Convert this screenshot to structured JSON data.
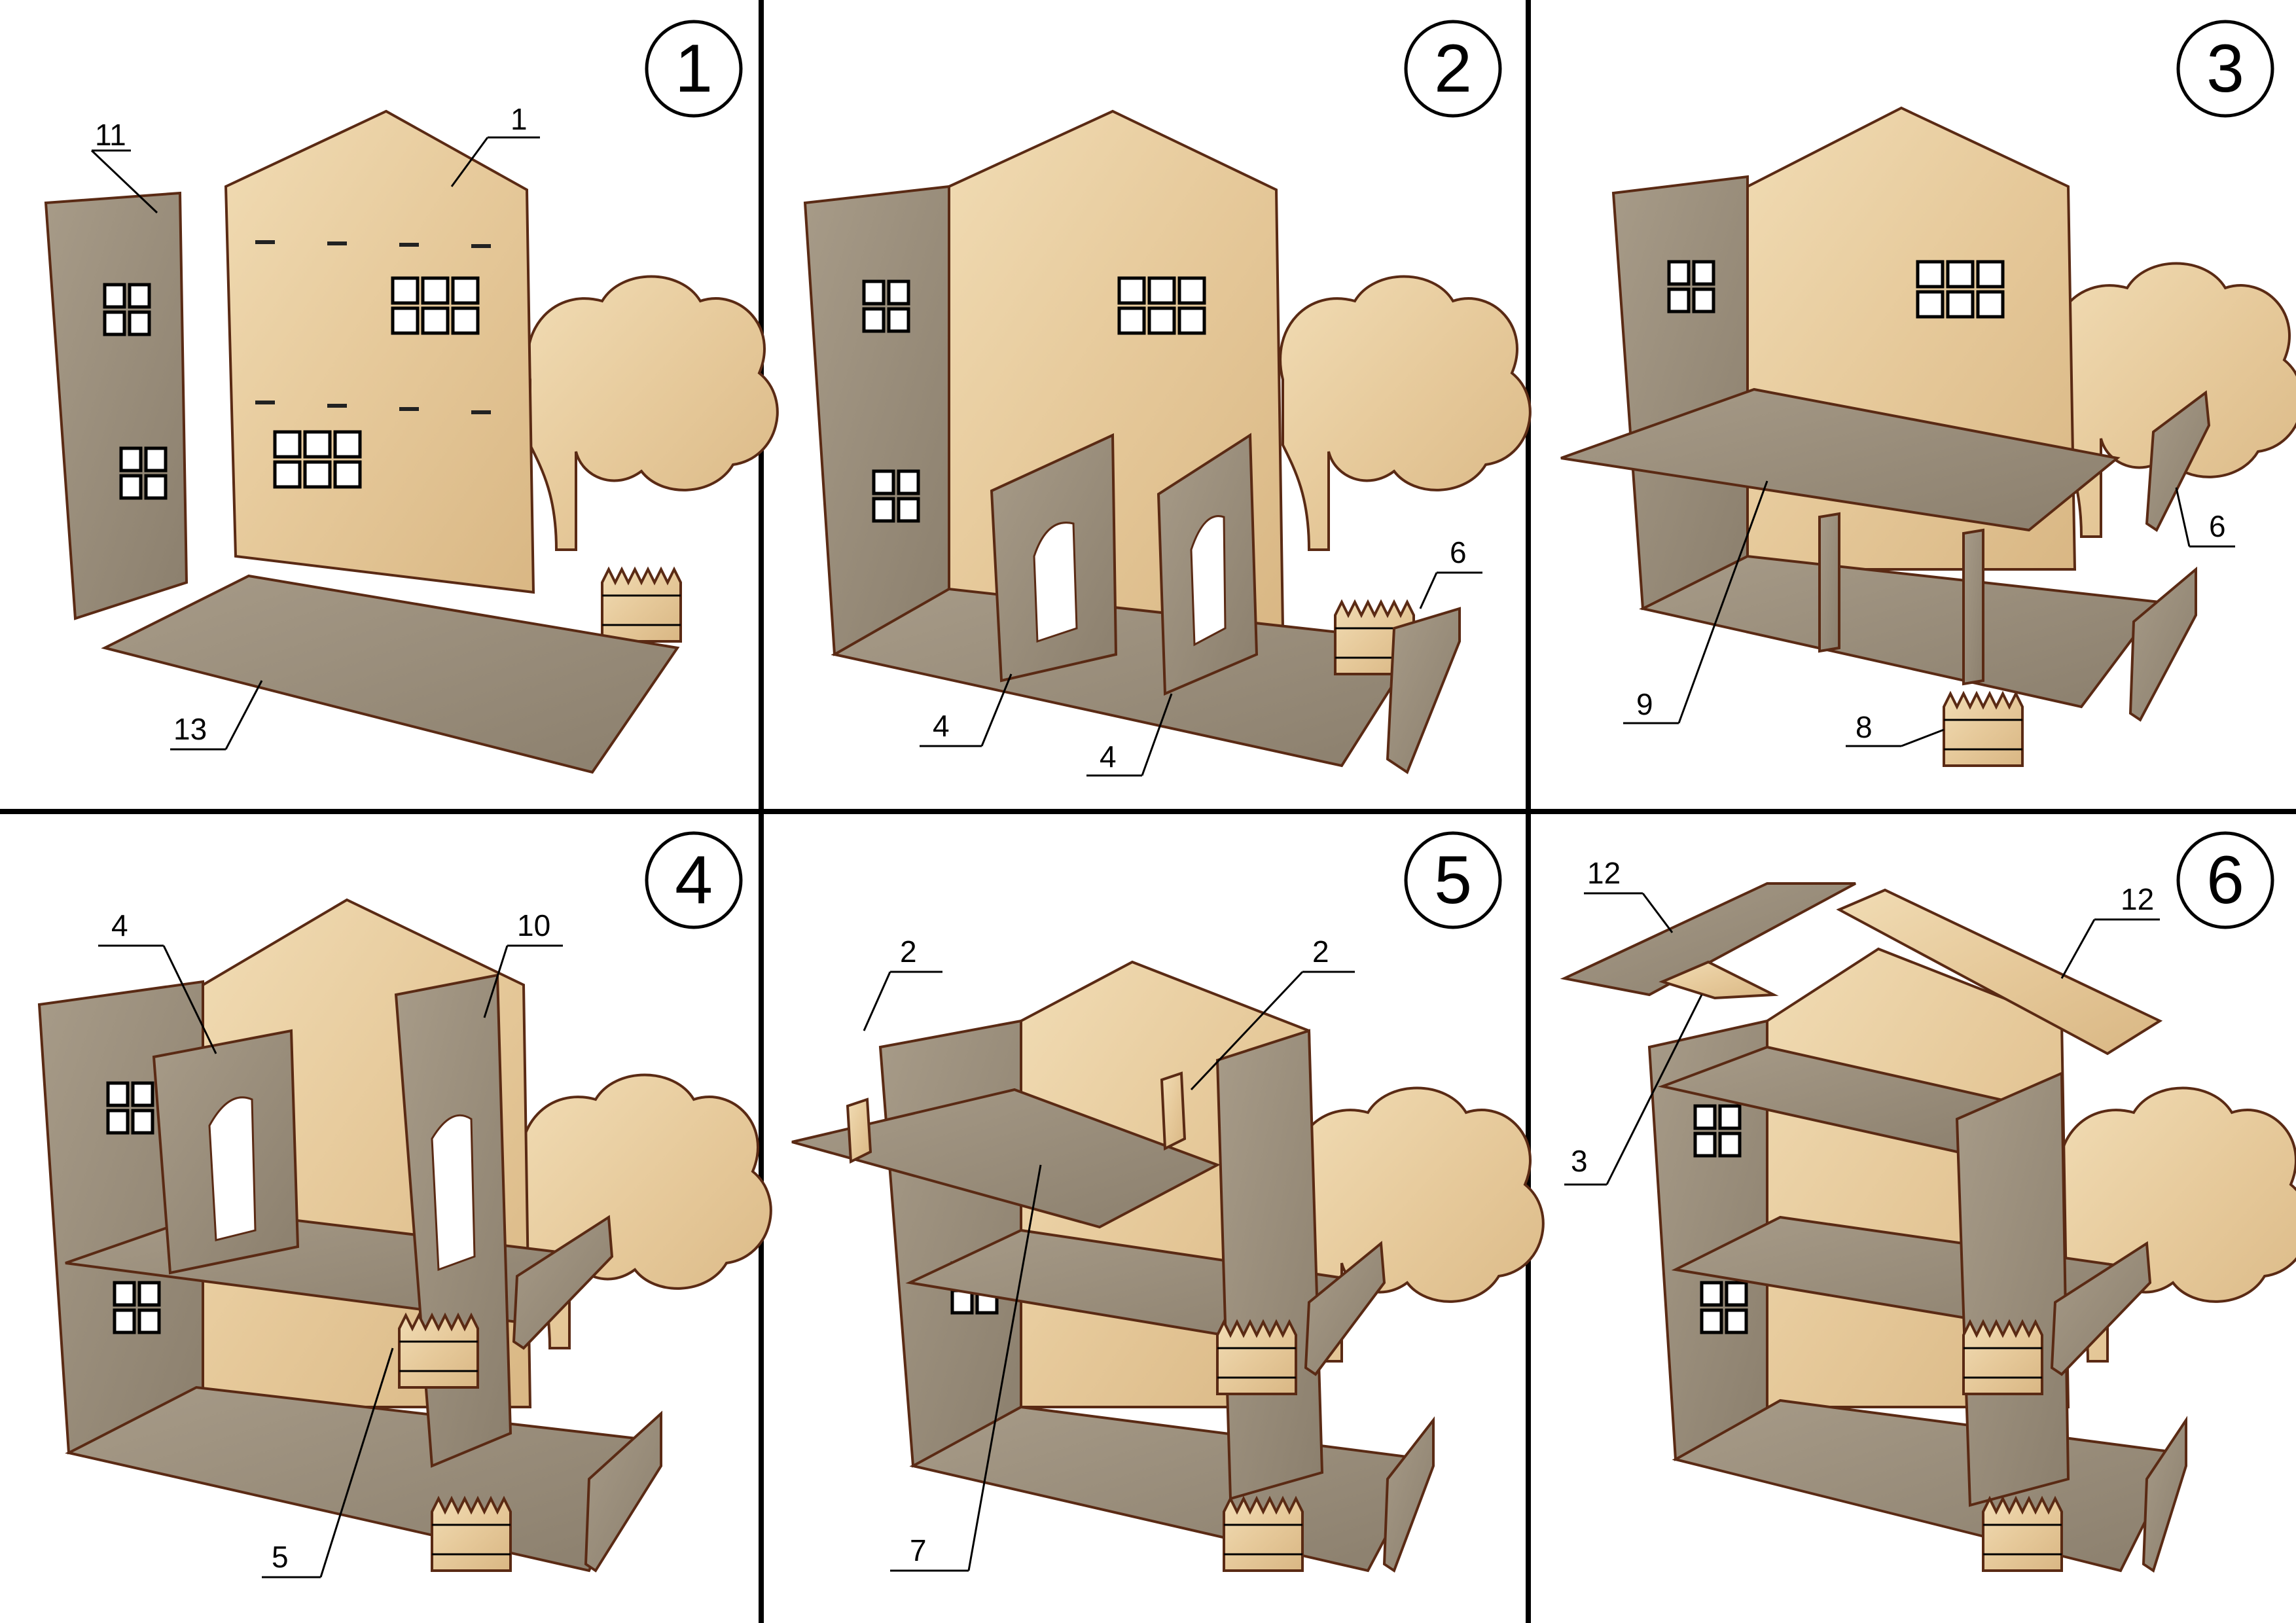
{
  "panels": [
    {
      "step": "1",
      "callouts": [
        "11",
        "1",
        "13"
      ]
    },
    {
      "step": "2",
      "callouts": [
        "6",
        "4",
        "4"
      ]
    },
    {
      "step": "3",
      "callouts": [
        "6",
        "9",
        "8"
      ]
    },
    {
      "step": "4",
      "callouts": [
        "4",
        "10",
        "5"
      ]
    },
    {
      "step": "5",
      "callouts": [
        "2",
        "2",
        "7"
      ]
    },
    {
      "step": "6",
      "callouts": [
        "12",
        "12",
        "3"
      ]
    }
  ],
  "colors": {
    "plywood_light": "#e8cfa3",
    "plywood_dark": "#9a8e7c",
    "edge": "#5a2a14",
    "grid_lines": "#000000"
  }
}
